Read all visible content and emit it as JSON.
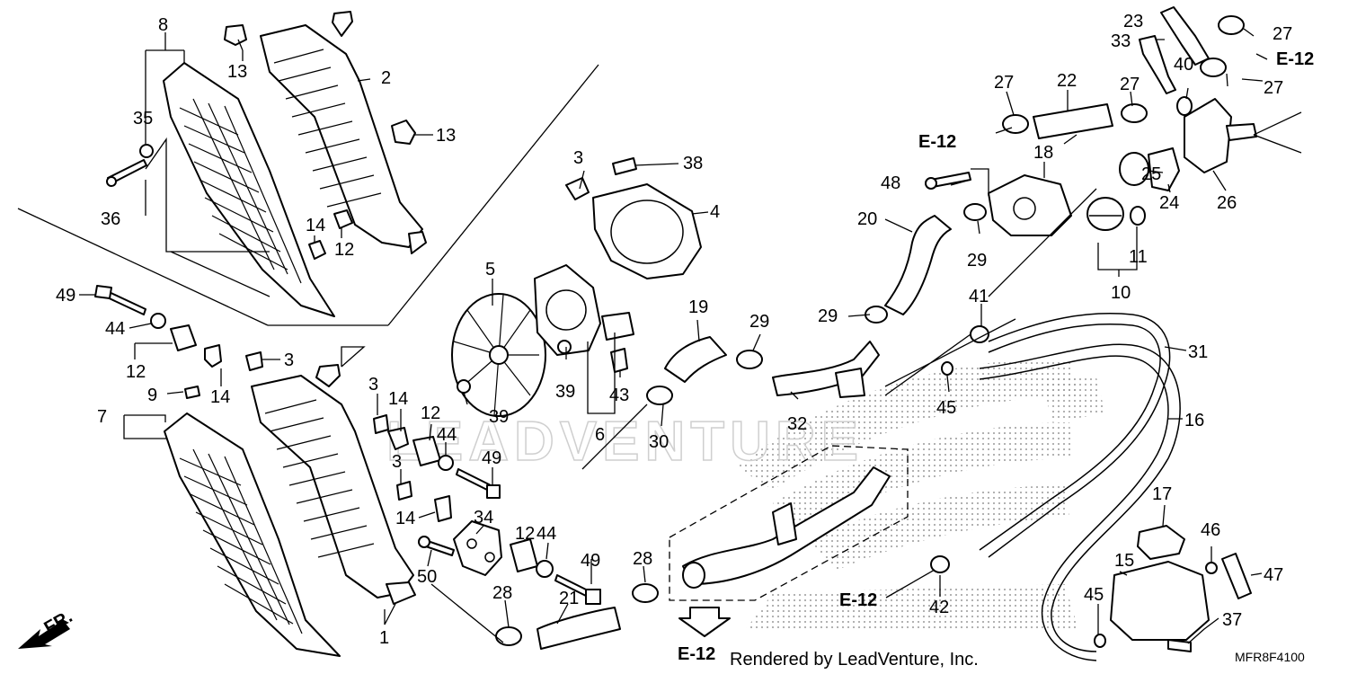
{
  "diagram": {
    "part_labels": [
      "1",
      "2",
      "3",
      "4",
      "5",
      "6",
      "7",
      "8",
      "9",
      "10",
      "11",
      "12",
      "13",
      "14",
      "15",
      "16",
      "17",
      "18",
      "19",
      "20",
      "21",
      "22",
      "23",
      "24",
      "25",
      "26",
      "27",
      "28",
      "29",
      "30",
      "31",
      "32",
      "33",
      "34",
      "35",
      "36",
      "37",
      "38",
      "39",
      "40",
      "41",
      "42",
      "43",
      "44",
      "45",
      "46",
      "47",
      "48",
      "49",
      "50"
    ],
    "section_refs": [
      "E-12"
    ],
    "direction_label": "FR.",
    "watermark": "LEADVENTURE",
    "credit": "Rendered by LeadVenture, Inc.",
    "diagram_code": "MFR8F4100"
  }
}
